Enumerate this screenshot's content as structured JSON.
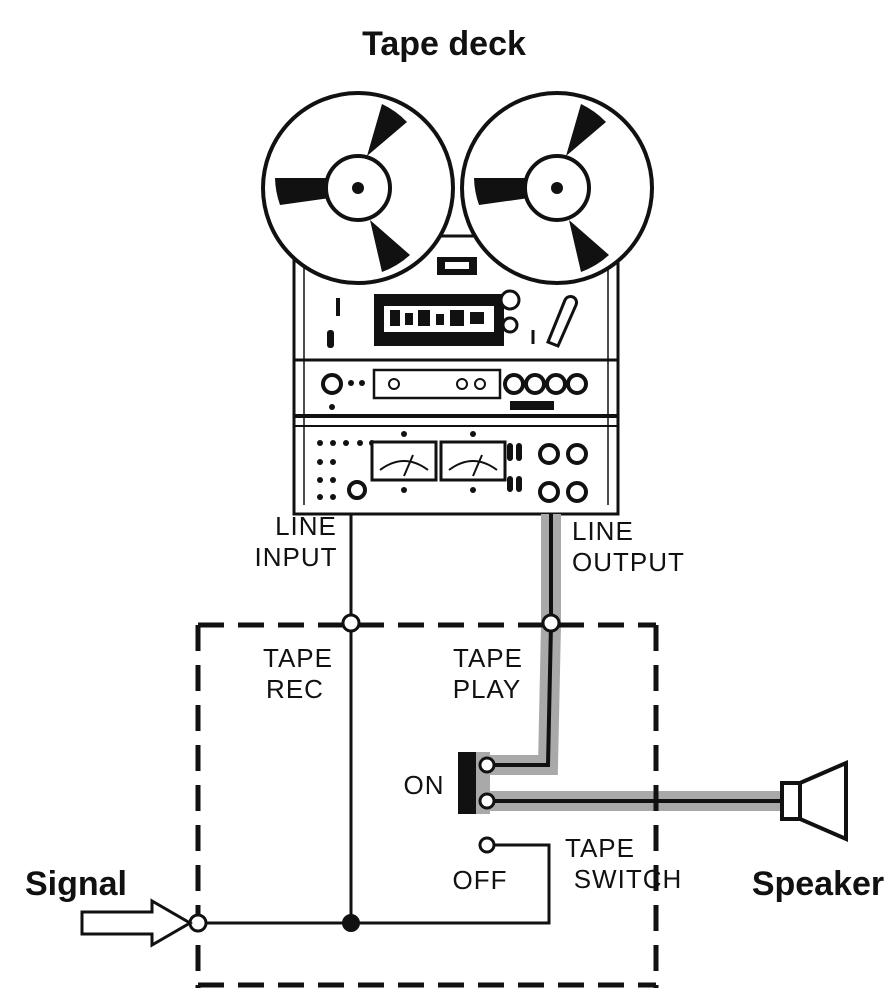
{
  "title": "Tape deck",
  "labels": {
    "line_input_1": "LINE",
    "line_input_2": "INPUT",
    "line_output_1": "LINE",
    "line_output_2": "OUTPUT",
    "tape_rec_1": "TAPE",
    "tape_rec_2": "REC",
    "tape_play_1": "TAPE",
    "tape_play_2": "PLAY",
    "on": "ON",
    "off": "OFF",
    "tape_switch_1": "TAPE",
    "tape_switch_2": "SWITCH",
    "signal": "Signal",
    "speaker": "Speaker"
  },
  "colors": {
    "ink": "#111111",
    "highlight": "#a9a9a9"
  }
}
